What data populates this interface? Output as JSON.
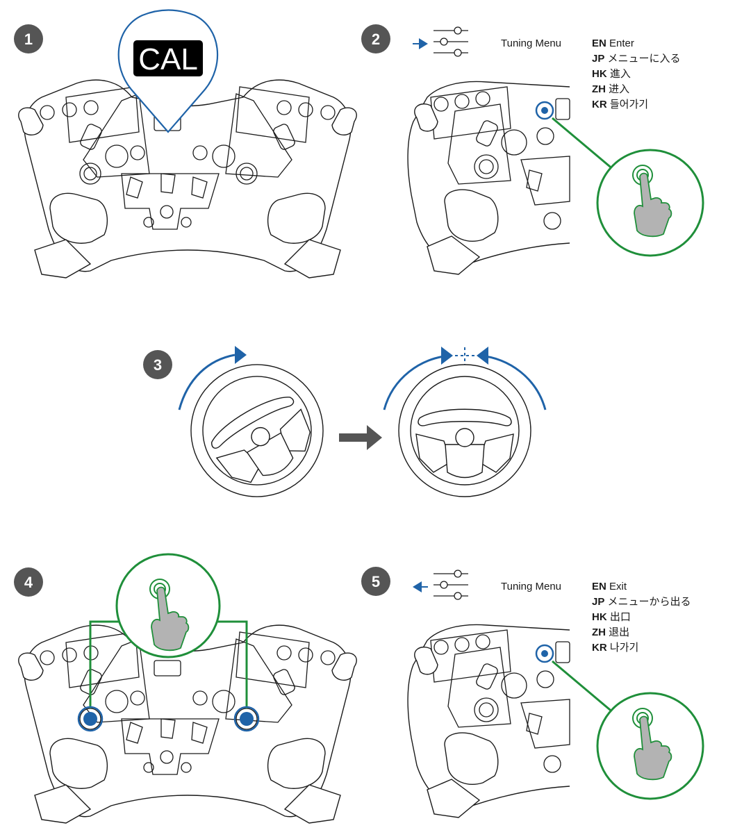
{
  "steps": [
    {
      "number": "1",
      "cal_label": "CAL"
    },
    {
      "number": "2",
      "menu_label": "Tuning Menu",
      "instructions": [
        {
          "code": "EN",
          "text": "Enter"
        },
        {
          "code": "JP",
          "text": "メニューに入る"
        },
        {
          "code": "HK",
          "text": "進入"
        },
        {
          "code": "ZH",
          "text": "进入"
        },
        {
          "code": "KR",
          "text": "들어가기"
        }
      ]
    },
    {
      "number": "3"
    },
    {
      "number": "4"
    },
    {
      "number": "5",
      "menu_label": "Tuning Menu",
      "instructions": [
        {
          "code": "EN",
          "text": "Exit"
        },
        {
          "code": "JP",
          "text": "メニューから出る"
        },
        {
          "code": "HK",
          "text": "出口"
        },
        {
          "code": "ZH",
          "text": "退出"
        },
        {
          "code": "KR",
          "text": "나가기"
        }
      ]
    }
  ],
  "colors": {
    "step_badge": "#555555",
    "accent_blue": "#1f63a8",
    "accent_green": "#1f8f3a",
    "finger": "#b3b3b3"
  },
  "icons": [
    "tuning-menu-icon",
    "finger-press-icon",
    "rotation-arrow-icon",
    "right-arrow-icon"
  ]
}
